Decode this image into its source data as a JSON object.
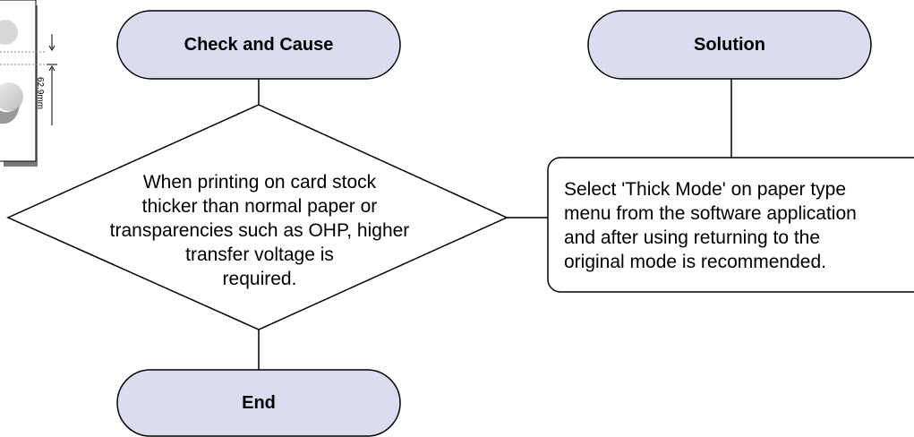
{
  "colors": {
    "terminal_fill": "#dcdcf0",
    "stroke": "#000000",
    "background": "#ffffff"
  },
  "nodes": {
    "check_and_cause": "Check and Cause",
    "solution": "Solution",
    "end": "End",
    "condition": "When printing on card stock\nthicker than normal paper or\ntransparencies such as OHP, higher\ntransfer voltage is\nrequired.",
    "solution_box": "Select 'Thick Mode' on paper type\nmenu from the software application\nand after using returning to the\noriginal mode is recommended."
  },
  "thumbnail": {
    "measurement": "62.9mm"
  }
}
